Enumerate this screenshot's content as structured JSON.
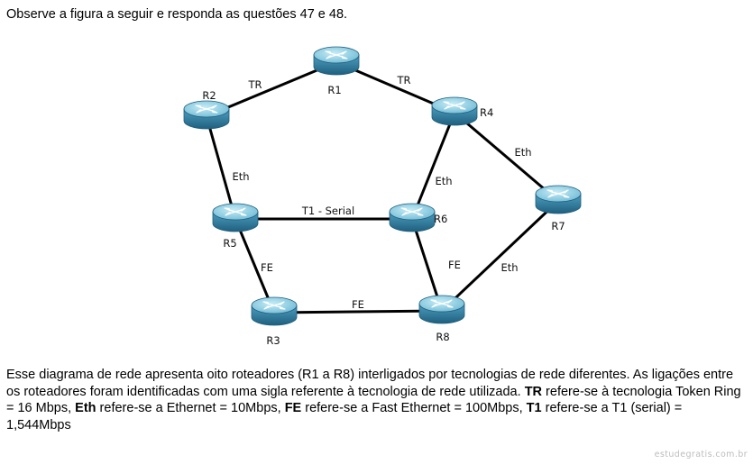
{
  "intro_text": "Observe a figura a seguir e responda as questões 47 e 48.",
  "diagram": {
    "routers": [
      {
        "id": "R1",
        "label": "R1"
      },
      {
        "id": "R2",
        "label": "R2"
      },
      {
        "id": "R3",
        "label": "R3"
      },
      {
        "id": "R4",
        "label": "R4"
      },
      {
        "id": "R5",
        "label": "R5"
      },
      {
        "id": "R6",
        "label": "R6"
      },
      {
        "id": "R7",
        "label": "R7"
      },
      {
        "id": "R8",
        "label": "R8"
      }
    ],
    "links": [
      {
        "from": "R2",
        "to": "R1",
        "label": "TR"
      },
      {
        "from": "R1",
        "to": "R4",
        "label": "TR"
      },
      {
        "from": "R2",
        "to": "R5",
        "label": "Eth"
      },
      {
        "from": "R4",
        "to": "R6",
        "label": "Eth"
      },
      {
        "from": "R4",
        "to": "R7",
        "label": "Eth"
      },
      {
        "from": "R5",
        "to": "R6",
        "label": "T1 - Serial"
      },
      {
        "from": "R5",
        "to": "R3",
        "label": "FE"
      },
      {
        "from": "R6",
        "to": "R8",
        "label": "FE"
      },
      {
        "from": "R3",
        "to": "R8",
        "label": "FE"
      },
      {
        "from": "R7",
        "to": "R8",
        "label": "Eth"
      }
    ]
  },
  "description": {
    "part1": "Esse diagrama de rede apresenta oito roteadores (R1 a R8) interligados por tecnologias de rede diferentes. As ligações entre os roteadores foram identificadas com uma sigla referente à tecnologia de rede utilizada. ",
    "tr_abbr": "TR",
    "tr_text": " refere-se à tecnologia Token Ring = 16 Mbps, ",
    "eth_abbr": "Eth",
    "eth_text": " refere-se a Ethernet = 10Mbps, ",
    "fe_abbr": "FE",
    "fe_text": " refere-se a Fast Ethernet = 100Mbps, ",
    "t1_abbr": "T1",
    "t1_text": " refere-se a  T1 (serial) = 1,544Mbps"
  },
  "watermark": "estudegratis.com.br",
  "colors": {
    "router_top": "#8fd0e4",
    "router_body": "#3f8fb0",
    "router_dark": "#1f5f7e",
    "link": "#000000"
  }
}
